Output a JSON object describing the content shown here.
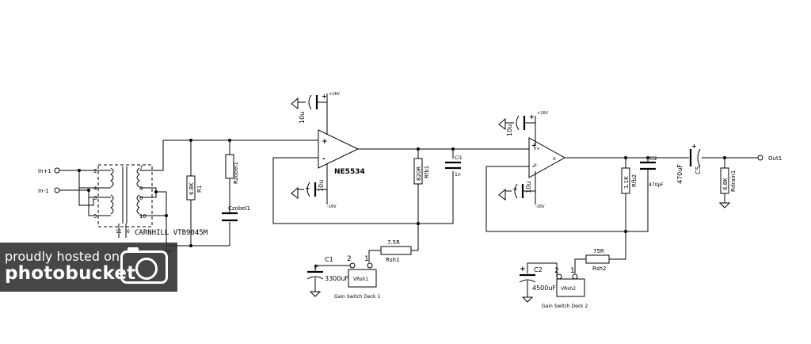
{
  "inputs": {
    "in_plus": "In+1",
    "in_minus": "In-1"
  },
  "output": {
    "label": "Out1"
  },
  "transformer": {
    "name": "CARNHILL VTB9045M",
    "pins_left": [
      "2",
      "4",
      "3",
      "5"
    ],
    "pins_right": [
      "7",
      "9",
      "8",
      "10"
    ],
    "pins_bottom": [
      "11",
      "6"
    ]
  },
  "resistors": {
    "r1": {
      "value": "6.8K",
      "name": "R1"
    },
    "rzobel1": {
      "name": "Rzobel1"
    },
    "rfb1": {
      "value": "820R",
      "name": "Rfb1"
    },
    "rsh1": {
      "value": "7.5R",
      "name": "Rsh1"
    },
    "rfb2": {
      "value": "1.1K",
      "name": "Rfb2"
    },
    "rsh2": {
      "value": "75R",
      "name": "Rsh2"
    },
    "rdrain1": {
      "value": "6.8K",
      "name": "Rdrain1"
    }
  },
  "capacitors": {
    "czobel1": {
      "name": "Czobel1"
    },
    "ci1": {
      "name": "Ci1",
      "value": "1n"
    },
    "ci2": {
      "name": "Ci2",
      "value": "470pF"
    },
    "c1": {
      "name": "C1",
      "value": "3300uF"
    },
    "c2": {
      "name": "C2",
      "value": "4500uF"
    },
    "c5": {
      "name": "C5",
      "value": "470uF"
    },
    "dec1": {
      "value": "10u"
    },
    "dec2": {
      "value": "10u"
    },
    "dec3": {
      "value": "10u"
    },
    "dec4": {
      "value": "10u"
    }
  },
  "opamps": {
    "u1": {
      "name": "NE5534",
      "plus": "+",
      "minus": "-",
      "vpos": "+16V",
      "vneg": "-16V"
    },
    "u2": {
      "plus": "+",
      "minus": "-",
      "vpos": "+16V",
      "vneg": "-16V",
      "vp": "V+",
      "vm": "V-",
      "out": "o"
    }
  },
  "switches": {
    "vrsh1": {
      "name": "VRsh1",
      "pin2": "2",
      "pin1": "1",
      "deck": "Gain Switch Deck 1"
    },
    "vrsh2": {
      "name": "VRsh2",
      "pin2": "2",
      "pin1": "1",
      "deck": "Gain Switch Deck 2"
    }
  },
  "watermark": {
    "line1": "proudly hosted on",
    "line2": "photobucket"
  }
}
